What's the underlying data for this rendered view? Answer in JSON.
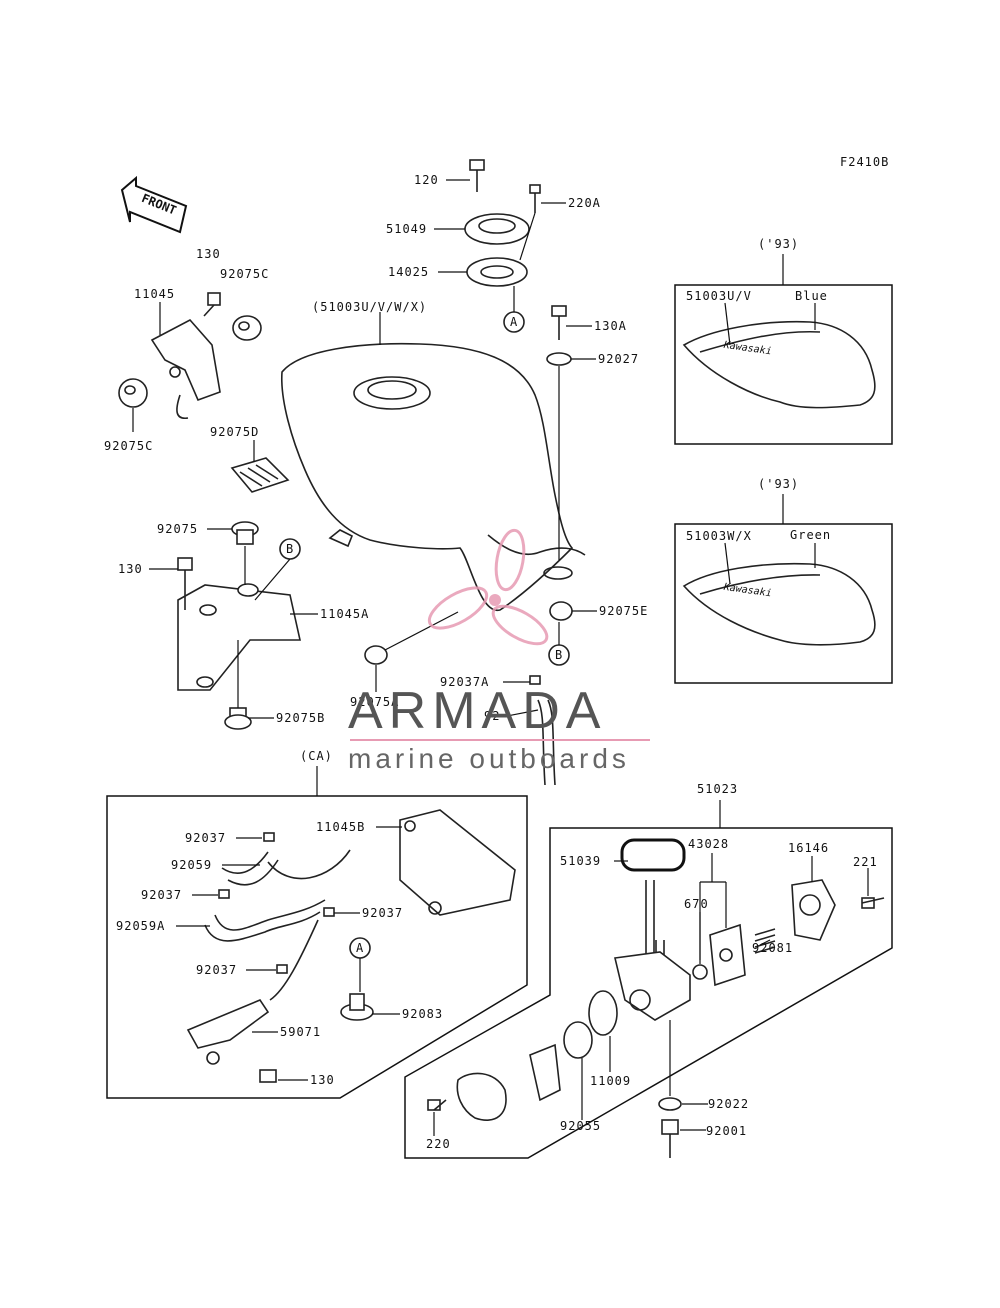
{
  "figure_code": "F2410B",
  "front_label": "FRONT",
  "watermark": {
    "brand": "ARMADA",
    "tagline": "marine outboards",
    "accent": "#e79bb3"
  },
  "callouts": {
    "c120": "120",
    "c220A": "220A",
    "c51049": "51049",
    "c14025": "14025",
    "c130a": "130",
    "c92075C_top": "92075C",
    "c11045": "11045",
    "c92075C_bot": "92075C",
    "c51003main": "(51003U/V/W/X)",
    "c130A": "130A",
    "c92027": "92027",
    "c92075D": "92075D",
    "c92075": "92075",
    "c130b": "130",
    "c11045A": "11045A",
    "c92075E": "92075E",
    "c92037A": "92037A",
    "c92075A": "92075A",
    "c92": "92",
    "c92075B": "92075B",
    "markA1": "A",
    "markA2": "A",
    "markB1": "B",
    "markB2": "B"
  },
  "inset93a": {
    "year": "('93)",
    "part": "51003U/V",
    "color": "Blue"
  },
  "inset93b": {
    "year": "('93)",
    "part": "51003W/X",
    "color": "Green"
  },
  "ca_box": {
    "title": "(CA)",
    "labels": [
      "92037",
      "92059",
      "92037",
      "92059A",
      "92037",
      "11045B",
      "92037",
      "92083",
      "59071",
      "130"
    ]
  },
  "tap_box": {
    "title": "51023",
    "labels": [
      "51039",
      "43028",
      "16146",
      "221",
      "670",
      "92081",
      "11009",
      "92055",
      "92022",
      "92001",
      "220"
    ]
  }
}
